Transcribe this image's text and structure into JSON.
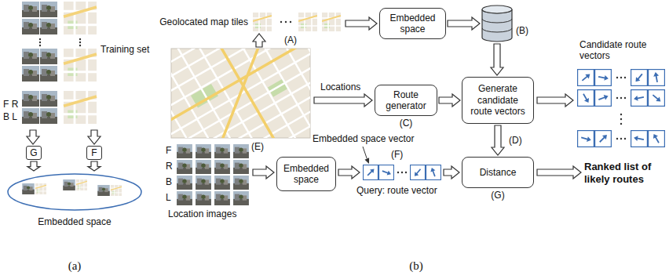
{
  "diagram": {
    "nodes": [
      {
        "text": [
          "G"
        ]
      },
      {
        "text": [
          "F"
        ]
      },
      {
        "text": [
          "Embedded space"
        ]
      },
      {
        "text": [
          "Embedded space"
        ]
      },
      {
        "text": [
          "(B)"
        ]
      },
      {
        "text": [
          "Route generator",
          "(C)"
        ]
      },
      {
        "text": [
          "Generate candidate route vectors"
        ]
      },
      {
        "text": [
          "Embedded space"
        ]
      },
      {
        "text": [
          "Distance",
          "(G)"
        ]
      }
    ],
    "edges": [
      {
        "from": 0,
        "to": 2,
        "arrow": "to"
      },
      {
        "from": 1,
        "to": 2,
        "arrow": "to"
      },
      {
        "from": 3,
        "to": 4,
        "arrow": "to"
      },
      {
        "from": 4,
        "to": 6,
        "arrow": "to"
      },
      {
        "from": 5,
        "to": 6,
        "arrow": "to"
      },
      {
        "from": 6,
        "to": 8,
        "arrow": "to"
      }
    ],
    "labels": [
      "F R",
      "B L",
      "Training set",
      "(a)",
      "Geolocated map tiles",
      "(A)",
      "Candidate route vectors",
      "Locations",
      "(D)",
      "Ranked list of likely routes",
      "F",
      "R",
      "B",
      "L",
      "(E)",
      "Location images",
      "Embedded space vector",
      "(F)",
      "Query: route vector",
      "(b)"
    ]
  }
}
